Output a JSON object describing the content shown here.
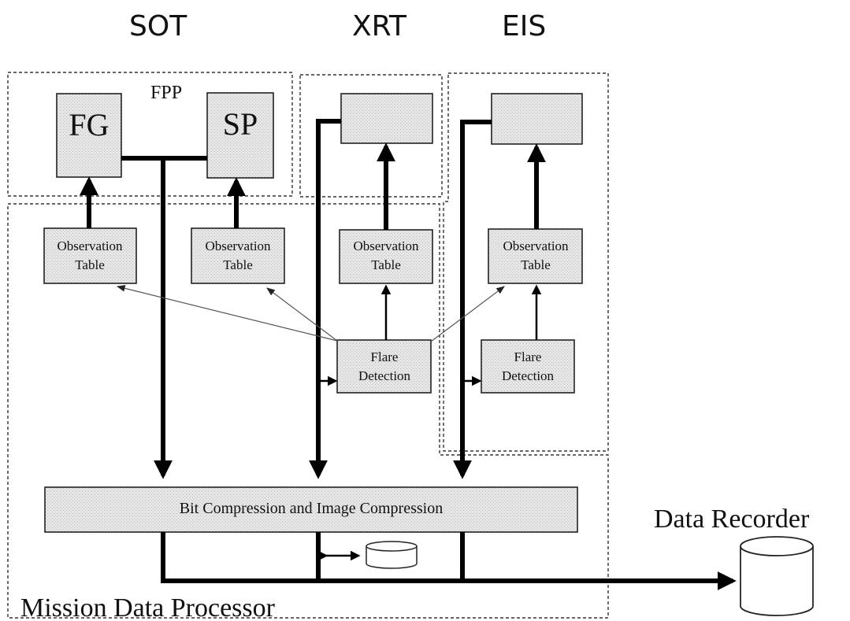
{
  "headers": {
    "sot": "SOT",
    "xrt": "XRT",
    "eis": "EIS"
  },
  "fpp": {
    "label": "FPP",
    "fg": "FG",
    "sp": "SP"
  },
  "observation_table": {
    "line1": "Observation",
    "line2": "Table"
  },
  "flare_detection": {
    "line1": "Flare",
    "line2": "Detection"
  },
  "compression": {
    "label": "Bit Compression and Image Compression"
  },
  "data_recorder": {
    "label": "Data Recorder"
  },
  "mission_data_processor": {
    "label": "Mission Data Processor"
  }
}
